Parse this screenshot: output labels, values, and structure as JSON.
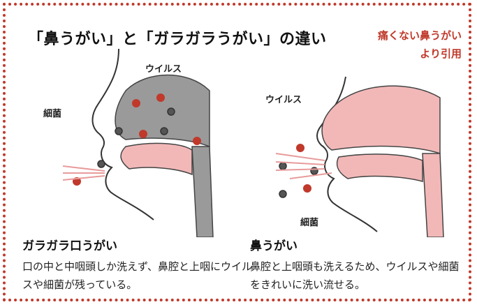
{
  "title": "「鼻うがい」と「ガラガラうがい」の違い",
  "citation": {
    "line1": "痛くない鼻うがい",
    "line2": "より引用"
  },
  "labels": {
    "virus_left": "ウイルス",
    "bacteria_left": "細菌",
    "virus_right": "ウイルス",
    "bacteria_right": "細菌"
  },
  "left_panel": {
    "heading": "ガラガラ口うがい",
    "text": "口の中と中咽頭しか洗えず、鼻腔と上咽にウイルスや細菌が残っている。"
  },
  "right_panel": {
    "heading": "鼻うがい",
    "text": "鼻腔と上咽頭も洗えるため、ウイルスや細菌をきれいに洗い流せる。"
  },
  "colors": {
    "accent": "#c0392b",
    "pink": "#f2b8b8",
    "gray": "#9a9a9a",
    "virus": "#c0392b"
  }
}
